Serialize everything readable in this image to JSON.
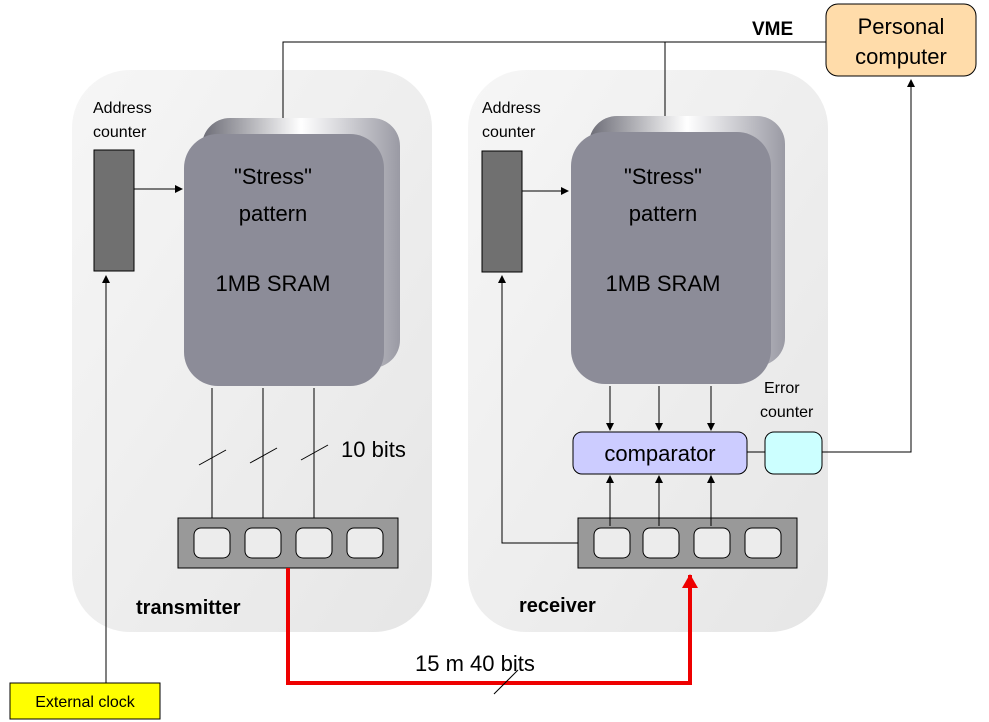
{
  "vme": "VME",
  "pc": {
    "line1": "Personal",
    "line2": "computer"
  },
  "transmitter": {
    "title": "transmitter",
    "address_counter": {
      "line1": "Address",
      "line2": "counter"
    },
    "sram": {
      "line1": "\"Stress\"",
      "line2": "pattern",
      "line3": "1MB SRAM"
    },
    "bus_label": "10 bits"
  },
  "receiver": {
    "title": "receiver",
    "address_counter": {
      "line1": "Address",
      "line2": "counter"
    },
    "sram": {
      "line1": "\"Stress\"",
      "line2": "pattern",
      "line3": "1MB SRAM"
    },
    "comparator": "comparator",
    "error_counter": {
      "line1": "Error",
      "line2": "counter"
    }
  },
  "link_label": "15 m 40 bits",
  "external_clock": "External clock",
  "colors": {
    "panel": "#ececec",
    "sram": "#8c8c98",
    "comparator": "#ccccff",
    "error_counter": "#ccffff",
    "pc": "#ffdcaa",
    "clock": "#ffff00",
    "link": "#ee0000"
  }
}
